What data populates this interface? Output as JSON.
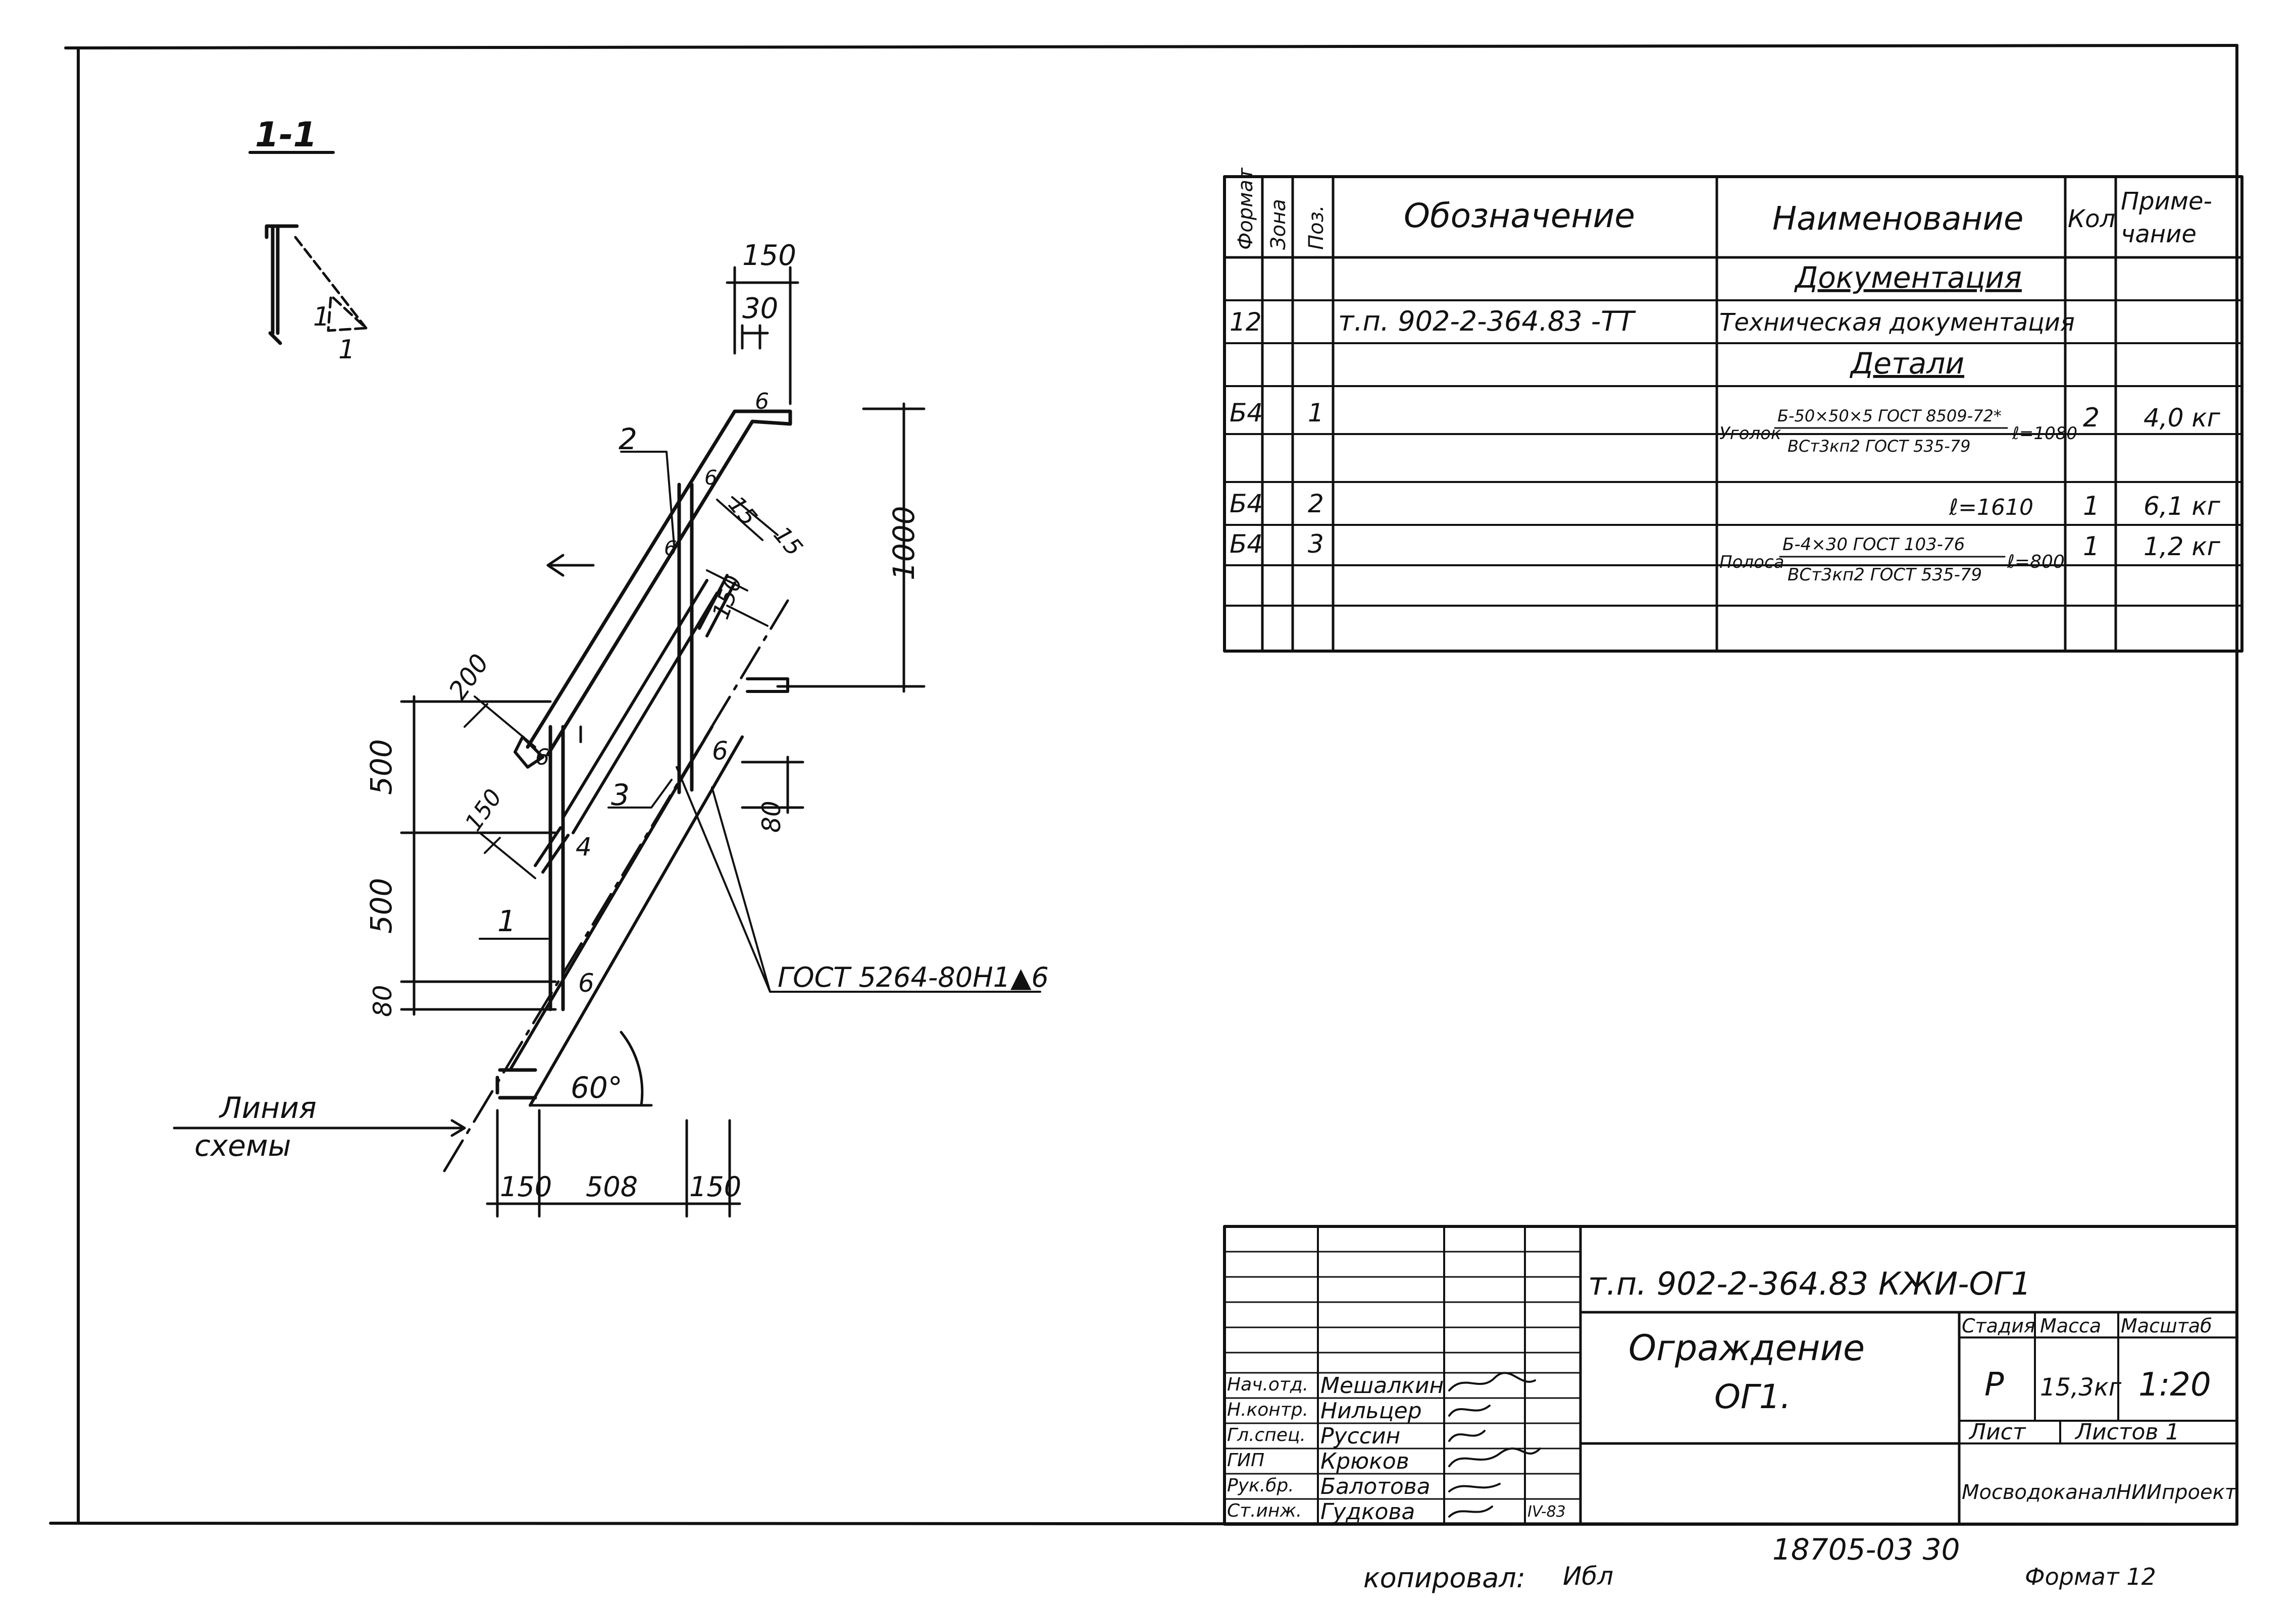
{
  "section_label": "1-1",
  "dimensions": {
    "top_width": "150",
    "top_inner": "30",
    "height_total": "1000",
    "flange_a": "15",
    "flange_b": "15",
    "strip_len": "150",
    "offset_200": "200",
    "h_upper": "500",
    "h_lower": "500",
    "h_base": "80",
    "h_right_base": "80",
    "plate_150": "150",
    "base_left": "150",
    "base_mid": "508",
    "base_right": "150",
    "angle": "60°"
  },
  "positions": {
    "pos1_top": "1",
    "pos1_left": "1",
    "pos1_section": "1",
    "pos2": "2",
    "pos3": "3",
    "pos4": "4",
    "pos6_a": "6",
    "pos6_b": "6",
    "pos6_c": "6",
    "pos6_d": "6",
    "pos6_e": "6",
    "pos6_f": "6"
  },
  "callouts": {
    "weld_note": "ГОСТ 5264-80Н1▲6",
    "scheme_line_1": "Линия",
    "scheme_line_2": "схемы"
  },
  "spec_table": {
    "headers": {
      "format": "Формат",
      "zone": "Зона",
      "pos": "Поз.",
      "designation": "Обозначение",
      "name": "Наименование",
      "qty": "Кол",
      "note_1": "Приме-",
      "note_2": "чание"
    },
    "section_docs": "Документация",
    "section_details": "Детали",
    "rows": [
      {
        "format": "12",
        "pos": "",
        "designation": "т.п. 902-2-364.83   -ТТ",
        "name": "Техническая документация",
        "qty": "",
        "note": ""
      },
      {
        "format": "Б4",
        "pos": "1",
        "designation": "",
        "name_prefix": "Уголок",
        "name_top": "Б-50×50×5 ГОСТ 8509-72*",
        "name_bottom": "ВСт3кп2 ГОСТ 535-79",
        "name_len": "ℓ=1080",
        "qty": "2",
        "note": "4,0 кг"
      },
      {
        "format": "Б4",
        "pos": "2",
        "designation": "",
        "name_len": "ℓ=1610",
        "qty": "1",
        "note": "6,1 кг"
      },
      {
        "format": "Б4",
        "pos": "3",
        "designation": "",
        "name_prefix": "Полоса",
        "name_top": "Б-4×30  ГОСТ 103-76",
        "name_bottom": "ВСт3кп2 ГОСТ 535-79",
        "name_len": "ℓ=800",
        "qty": "1",
        "note": "1,2 кг"
      }
    ]
  },
  "title_block": {
    "code": "т.п. 902-2-364.83  КЖИ-ОГ1",
    "title_1": "Ограждение",
    "title_2": "ОГ1.",
    "stage_label": "Стадия",
    "mass_label": "Масса",
    "scale_label": "Масштаб",
    "stage": "Р",
    "mass": "15,3кг",
    "scale": "1:20",
    "sheet_label": "Лист",
    "sheets_label": "Листов 1",
    "organization": "МосводоканалНИИпроект",
    "staff": [
      {
        "role": "Нач.отд.",
        "name": "Мешалкин"
      },
      {
        "role": "Н.контр.",
        "name": "Нильцер"
      },
      {
        "role": "Гл.спец.",
        "name": "Руссин"
      },
      {
        "role": "ГИП",
        "name": "Крюков"
      },
      {
        "role": "Рук.бр.",
        "name": "Балотова"
      },
      {
        "role": "Ст.инж.",
        "name": "Гудкова"
      }
    ],
    "date": "IV-83"
  },
  "footer": {
    "copied": "копировал:",
    "copied_sign": "Ибл",
    "inventory": "18705-03  30",
    "format": "Формат 12"
  },
  "colors": {
    "ink": "#111111",
    "paper": "#ffffff"
  }
}
